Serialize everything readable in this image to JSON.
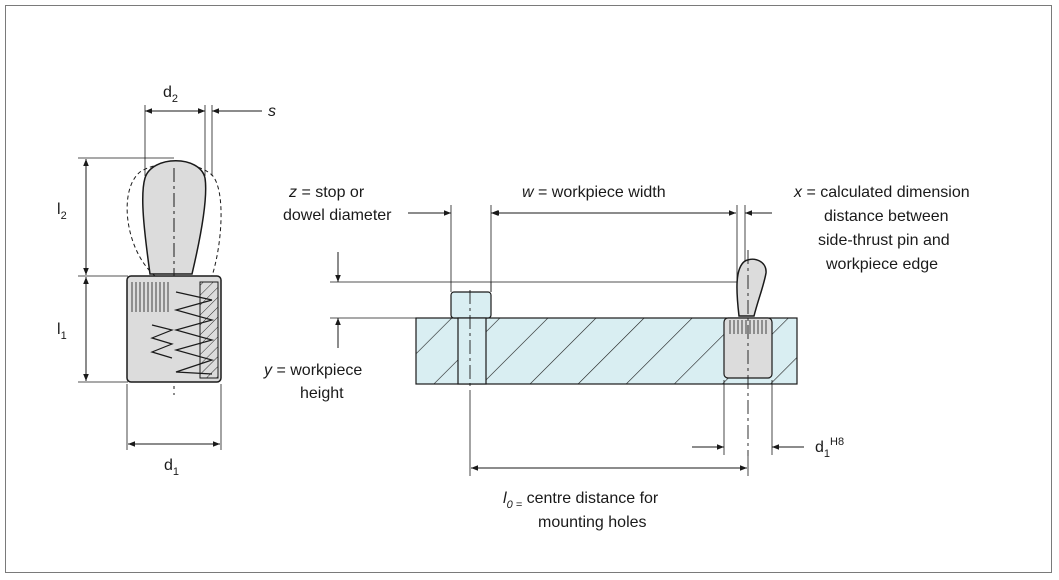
{
  "labels": {
    "d2": "d",
    "d2_sub": "2",
    "s": "s",
    "l2": "l",
    "l2_sub": "2",
    "l1": "l",
    "l1_sub": "1",
    "d1": "d",
    "d1_sub": "1",
    "z_var": "z",
    "z_text_1": " = stop or",
    "z_text_2": "dowel diameter",
    "w_var": "w",
    "w_text": " = workpiece width",
    "x_var": "x",
    "x_text_1": " = calculated dimension",
    "x_text_2": "distance between",
    "x_text_3": "side-thrust pin and",
    "x_text_4": "workpiece edge",
    "y_var": "y",
    "y_text_1": " = workpiece",
    "y_text_2": "height",
    "d1h8": "d",
    "d1h8_sub": "1",
    "d1h8_sup": "H8",
    "l0_var": "l",
    "l0_sub": "0 =",
    "l0_text_1": " centre distance for",
    "l0_text_2": "mounting holes"
  },
  "colors": {
    "fixture_fill": "#d9eef2",
    "part_fill": "#dcdcdc",
    "line": "#1a1a1a",
    "frame": "#7a7a7a"
  }
}
